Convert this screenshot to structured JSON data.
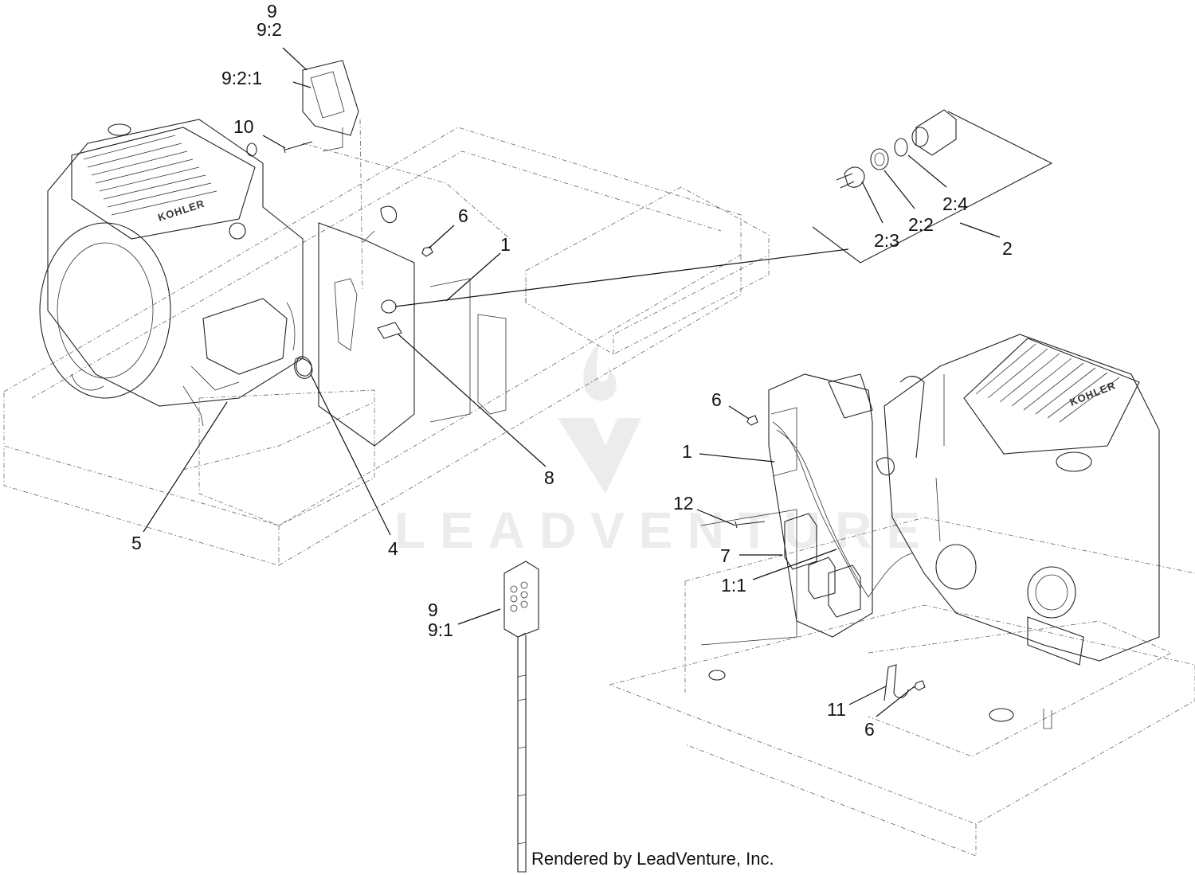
{
  "brand_text": "KOHLER",
  "watermark_text": "LEADVENTURE",
  "credit": "Rendered by LeadVenture, Inc.",
  "labels": {
    "l9_top": "9",
    "l9_2": "9:2",
    "l9_2_1": "9:2:1",
    "l10": "10",
    "l6_top": "6",
    "l1_top": "1",
    "l2": "2",
    "l2_2": "2:2",
    "l2_3": "2:3",
    "l2_4": "2:4",
    "l5": "5",
    "l4": "4",
    "l8": "8",
    "l6_mid": "6",
    "l1_mid": "1",
    "l12": "12",
    "l7": "7",
    "l1_1": "1:1",
    "l9_bottom": "9",
    "l9_1": "9:1",
    "l11": "11",
    "l6_bottom": "6"
  },
  "colors": {
    "line": "#222222",
    "watermark": "#ececec"
  }
}
